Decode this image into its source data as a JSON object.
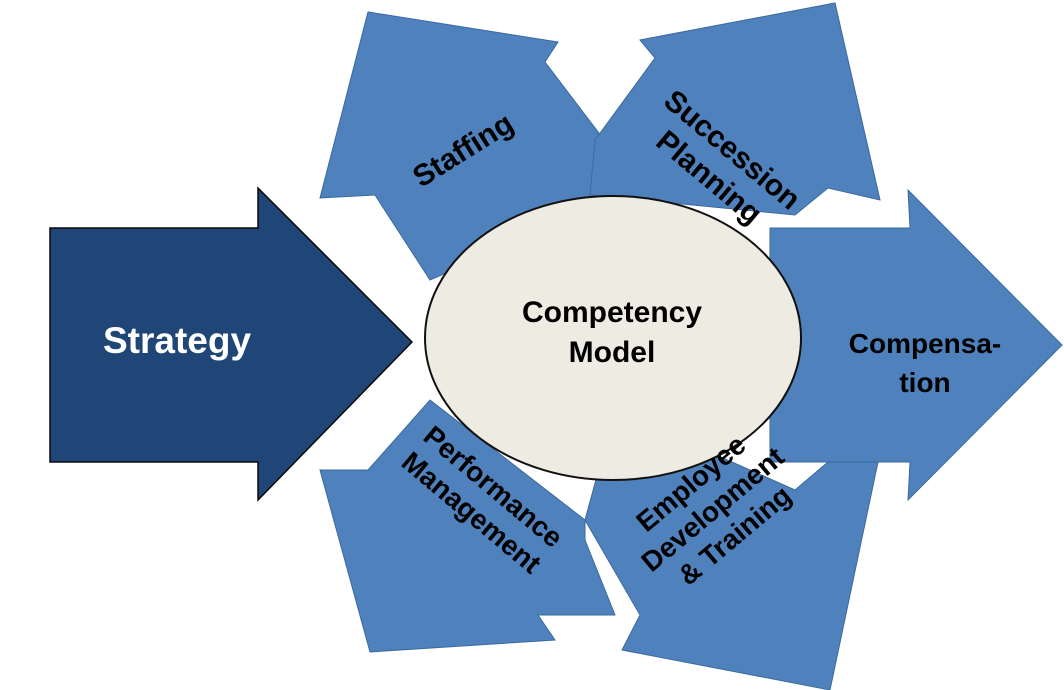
{
  "diagram": {
    "center": {
      "line1": "Competency",
      "line2": "Model"
    },
    "input_arrow": {
      "label": "Strategy"
    },
    "outputs": [
      {
        "id": "staffing",
        "lines": [
          "Staffing"
        ]
      },
      {
        "id": "succession-planning",
        "lines": [
          "Succession",
          "Planning"
        ]
      },
      {
        "id": "compensation",
        "lines": [
          "Compensa-",
          "tion"
        ]
      },
      {
        "id": "employee-development",
        "lines": [
          "Employee",
          "Development",
          "& Training"
        ]
      },
      {
        "id": "performance-management",
        "lines": [
          "Performance",
          "Management"
        ]
      }
    ],
    "colors": {
      "strategy_fill": "#1f4677",
      "strategy_stroke": "#0a0a0a",
      "arrow_fill": "#4f81bd",
      "arrow_stroke": "#3a6a9e",
      "center_fill": "#eeebe2",
      "center_stroke": "#111111",
      "strategy_text": "#ffffff",
      "label_text": "#000000"
    }
  }
}
